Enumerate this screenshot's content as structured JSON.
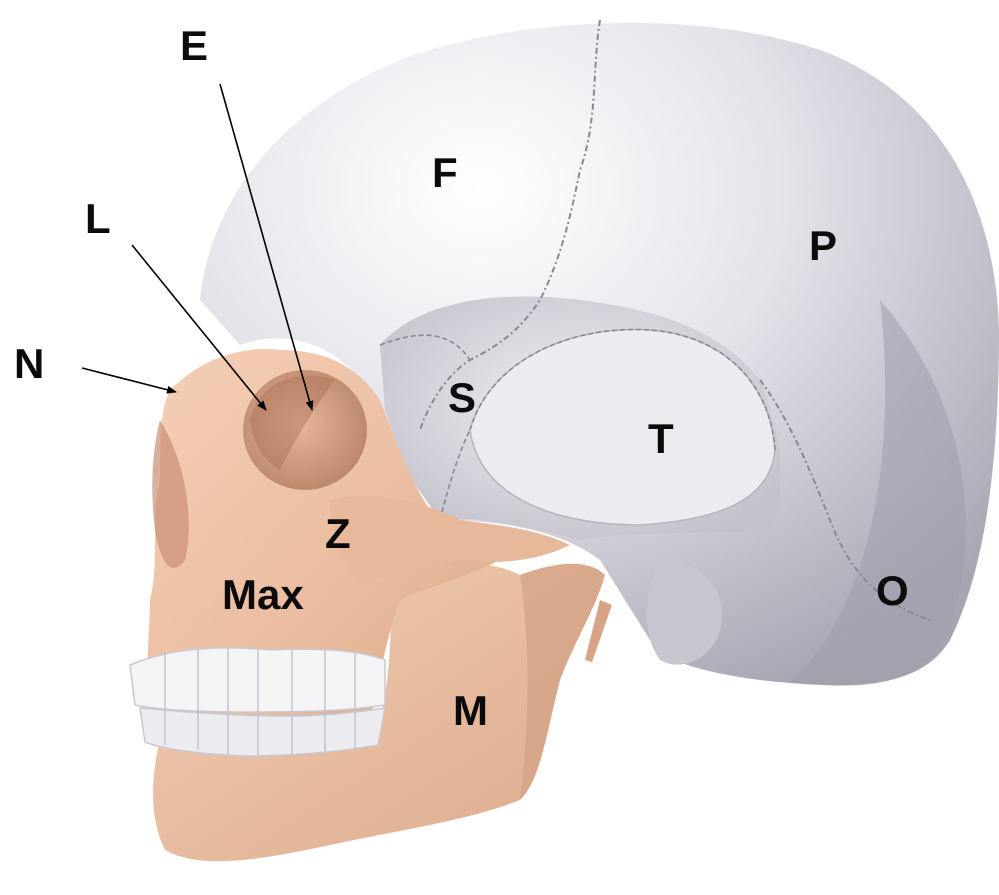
{
  "labels": {
    "E": "E",
    "F": "F",
    "L": "L",
    "N": "N",
    "P": "P",
    "S": "S",
    "T": "T",
    "Z": "Z",
    "Max": "Max",
    "O": "O",
    "M": "M"
  },
  "colors": {
    "cranium": "#dcdce3",
    "cranium_shadow": "#a9a6b3",
    "facial_bone": "#eec4a8",
    "facial_shadow": "#c99780",
    "teeth": "#f6f6f8",
    "suture": "#8a8794",
    "text": "#0b0b0b"
  }
}
